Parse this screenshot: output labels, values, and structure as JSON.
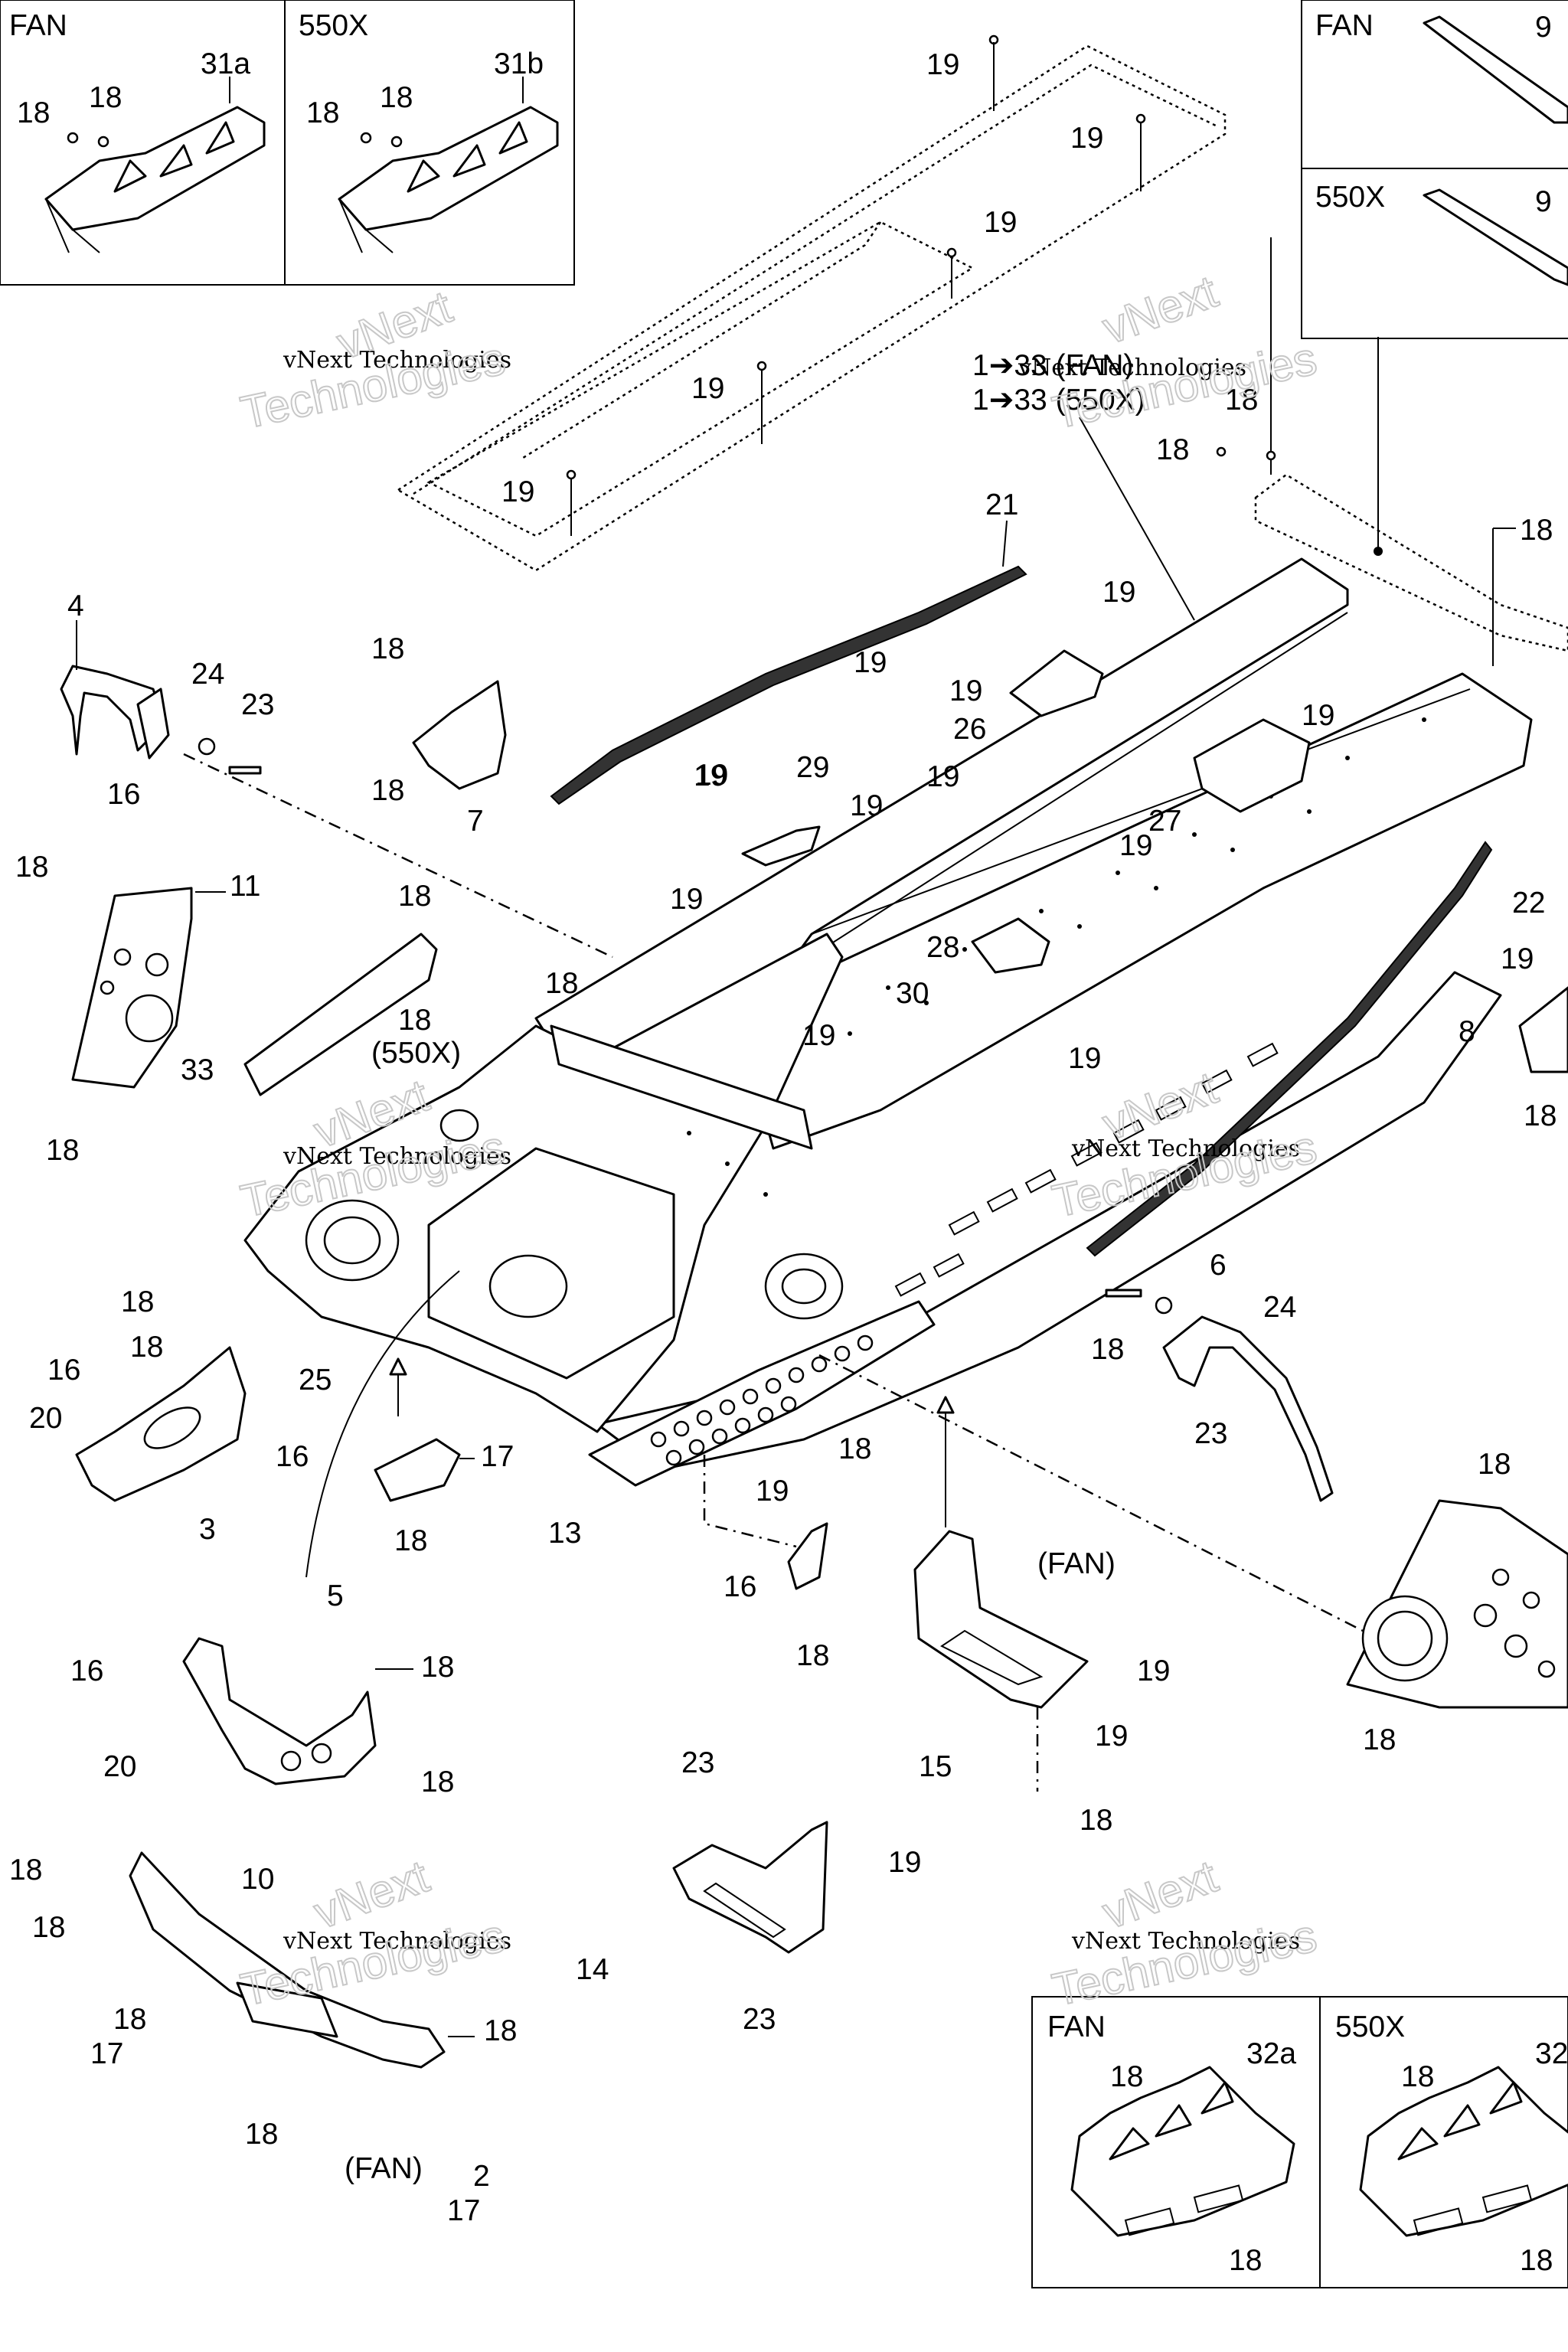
{
  "watermark": {
    "line1": "vNext Technologies",
    "line2": "vNext",
    "line3": "Technologies"
  },
  "inset_boxes": {
    "top_left_fan": {
      "title": "FAN",
      "part_main": "31a",
      "fastener_a": "18",
      "fastener_b": "18"
    },
    "top_left_550x": {
      "title": "550X",
      "part_main": "31b",
      "fastener_a": "18",
      "fastener_b": "18"
    },
    "top_right_fan": {
      "title": "FAN",
      "part_main": "9"
    },
    "top_right_550x": {
      "title": "550X",
      "part_main": "9"
    },
    "bottom_right_fan": {
      "title": "FAN",
      "part_main": "32a",
      "fastener_a": "18",
      "fastener_b": "18"
    },
    "bottom_right_550x": {
      "title": "550X",
      "part_main": "32",
      "fastener_a": "18",
      "fastener_b": "18"
    }
  },
  "range_note": {
    "line1": "1➔33 (FAN)",
    "line2": "1➔33 (550X)"
  },
  "callouts": [
    "19",
    "19",
    "19",
    "19",
    "19",
    "18",
    "18",
    "18",
    "21",
    "19",
    "19",
    "19",
    "4",
    "24",
    "23",
    "16",
    "18",
    "18",
    "7",
    "26",
    "19",
    "19",
    "19",
    "29",
    "19",
    "27",
    "19",
    "22",
    "19",
    "11",
    "18",
    "18",
    "18",
    "33",
    "18",
    "(550X)",
    "18",
    "28",
    "30",
    "19",
    "8",
    "18",
    "19",
    "18",
    "18",
    "16",
    "20",
    "16",
    "3",
    "25",
    "17",
    "18",
    "13",
    "19",
    "18",
    "16",
    "18",
    "6",
    "18",
    "24",
    "23",
    "5",
    "16",
    "18",
    "20",
    "18",
    "10",
    "18",
    "18",
    "18",
    "17",
    "18",
    "18",
    "(FAN)",
    "2",
    "17",
    "18",
    "18",
    "(FAN)",
    "19",
    "15",
    "19",
    "18",
    "23",
    "19",
    "14",
    "23",
    "18"
  ]
}
